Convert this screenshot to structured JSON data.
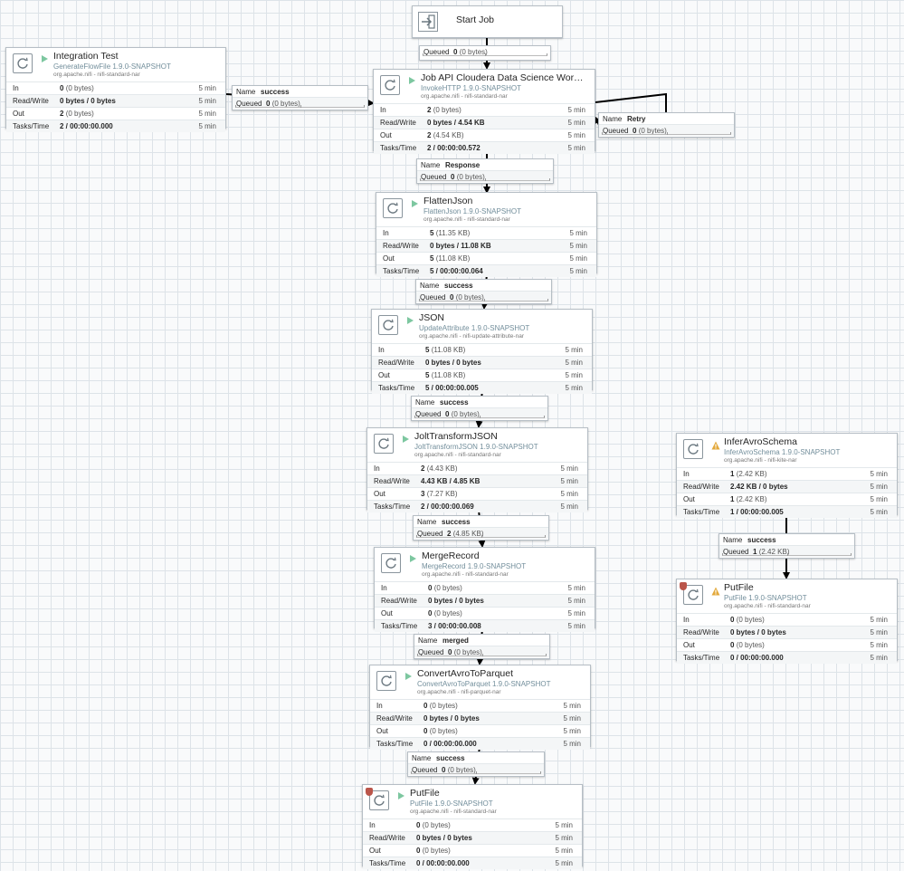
{
  "start_job": {
    "name": "Start Job"
  },
  "start_conn": {
    "queued_label": "Queued",
    "queued_value": "0",
    "queued_size": "(0 bytes)"
  },
  "processors": [
    {
      "id": "integration-test",
      "name": "Integration Test",
      "type": "GenerateFlowFile 1.9.0-SNAPSHOT",
      "bundle": "org.apache.nifi - nifi-standard-nar",
      "status": "running",
      "rows": [
        {
          "label": "In",
          "value": "0",
          "sub": "(0 bytes)",
          "time": "5 min"
        },
        {
          "label": "Read/Write",
          "value": "0 bytes / 0 bytes",
          "sub": "",
          "time": "5 min"
        },
        {
          "label": "Out",
          "value": "2",
          "sub": "(0 bytes)",
          "time": "5 min"
        },
        {
          "label": "Tasks/Time",
          "value": "2 / 00:00:00.000",
          "sub": "",
          "time": "5 min"
        }
      ]
    },
    {
      "id": "job-api",
      "name": "Job API Cloudera Data Science Wor…",
      "type": "InvokeHTTP 1.9.0-SNAPSHOT",
      "bundle": "org.apache.nifi - nifi-standard-nar",
      "status": "running",
      "rows": [
        {
          "label": "In",
          "value": "2",
          "sub": "(0 bytes)",
          "time": "5 min"
        },
        {
          "label": "Read/Write",
          "value": "0 bytes / 4.54 KB",
          "sub": "",
          "time": "5 min"
        },
        {
          "label": "Out",
          "value": "2",
          "sub": "(4.54 KB)",
          "time": "5 min"
        },
        {
          "label": "Tasks/Time",
          "value": "2 / 00:00:00.572",
          "sub": "",
          "time": "5 min"
        }
      ]
    },
    {
      "id": "flatten-json",
      "name": "FlattenJson",
      "type": "FlattenJson 1.9.0-SNAPSHOT",
      "bundle": "org.apache.nifi - nifi-standard-nar",
      "status": "running",
      "rows": [
        {
          "label": "In",
          "value": "5",
          "sub": "(11.35 KB)",
          "time": "5 min"
        },
        {
          "label": "Read/Write",
          "value": "0 bytes / 11.08 KB",
          "sub": "",
          "time": "5 min"
        },
        {
          "label": "Out",
          "value": "5",
          "sub": "(11.08 KB)",
          "time": "5 min"
        },
        {
          "label": "Tasks/Time",
          "value": "5 / 00:00:00.064",
          "sub": "",
          "time": "5 min"
        }
      ]
    },
    {
      "id": "json",
      "name": "JSON",
      "type": "UpdateAttribute 1.9.0-SNAPSHOT",
      "bundle": "org.apache.nifi - nifi-update-attribute-nar",
      "status": "running",
      "rows": [
        {
          "label": "In",
          "value": "5",
          "sub": "(11.08 KB)",
          "time": "5 min"
        },
        {
          "label": "Read/Write",
          "value": "0 bytes / 0 bytes",
          "sub": "",
          "time": "5 min"
        },
        {
          "label": "Out",
          "value": "5",
          "sub": "(11.08 KB)",
          "time": "5 min"
        },
        {
          "label": "Tasks/Time",
          "value": "5 / 00:00:00.005",
          "sub": "",
          "time": "5 min"
        }
      ]
    },
    {
      "id": "jolt",
      "name": "JoltTransformJSON",
      "type": "JoltTransformJSON 1.9.0-SNAPSHOT",
      "bundle": "org.apache.nifi - nifi-standard-nar",
      "status": "running",
      "rows": [
        {
          "label": "In",
          "value": "2",
          "sub": "(4.43 KB)",
          "time": "5 min"
        },
        {
          "label": "Read/Write",
          "value": "4.43 KB / 4.85 KB",
          "sub": "",
          "time": "5 min"
        },
        {
          "label": "Out",
          "value": "3",
          "sub": "(7.27 KB)",
          "time": "5 min"
        },
        {
          "label": "Tasks/Time",
          "value": "2 / 00:00:00.069",
          "sub": "",
          "time": "5 min"
        }
      ]
    },
    {
      "id": "merge-record",
      "name": "MergeRecord",
      "type": "MergeRecord 1.9.0-SNAPSHOT",
      "bundle": "org.apache.nifi - nifi-standard-nar",
      "status": "running",
      "rows": [
        {
          "label": "In",
          "value": "0",
          "sub": "(0 bytes)",
          "time": "5 min"
        },
        {
          "label": "Read/Write",
          "value": "0 bytes / 0 bytes",
          "sub": "",
          "time": "5 min"
        },
        {
          "label": "Out",
          "value": "0",
          "sub": "(0 bytes)",
          "time": "5 min"
        },
        {
          "label": "Tasks/Time",
          "value": "3 / 00:00:00.008",
          "sub": "",
          "time": "5 min"
        }
      ]
    },
    {
      "id": "avro-parquet",
      "name": "ConvertAvroToParquet",
      "type": "ConvertAvroToParquet 1.9.0-SNAPSHOT",
      "bundle": "org.apache.nifi - nifi-parquet-nar",
      "status": "running",
      "rows": [
        {
          "label": "In",
          "value": "0",
          "sub": "(0 bytes)",
          "time": "5 min"
        },
        {
          "label": "Read/Write",
          "value": "0 bytes / 0 bytes",
          "sub": "",
          "time": "5 min"
        },
        {
          "label": "Out",
          "value": "0",
          "sub": "(0 bytes)",
          "time": "5 min"
        },
        {
          "label": "Tasks/Time",
          "value": "0 / 00:00:00.000",
          "sub": "",
          "time": "5 min"
        }
      ]
    },
    {
      "id": "putfile-main",
      "name": "PutFile",
      "type": "PutFile 1.9.0-SNAPSHOT",
      "bundle": "org.apache.nifi - nifi-standard-nar",
      "status": "running",
      "restricted": true,
      "rows": [
        {
          "label": "In",
          "value": "0",
          "sub": "(0 bytes)",
          "time": "5 min"
        },
        {
          "label": "Read/Write",
          "value": "0 bytes / 0 bytes",
          "sub": "",
          "time": "5 min"
        },
        {
          "label": "Out",
          "value": "0",
          "sub": "(0 bytes)",
          "time": "5 min"
        },
        {
          "label": "Tasks/Time",
          "value": "0 / 00:00:00.000",
          "sub": "",
          "time": "5 min"
        }
      ]
    },
    {
      "id": "infer-avro",
      "name": "InferAvroSchema",
      "type": "InferAvroSchema 1.9.0-SNAPSHOT",
      "bundle": "org.apache.nifi - nifi-kite-nar",
      "status": "invalid",
      "rows": [
        {
          "label": "In",
          "value": "1",
          "sub": "(2.42 KB)",
          "time": "5 min"
        },
        {
          "label": "Read/Write",
          "value": "2.42 KB / 0 bytes",
          "sub": "",
          "time": "5 min"
        },
        {
          "label": "Out",
          "value": "1",
          "sub": "(2.42 KB)",
          "time": "5 min"
        },
        {
          "label": "Tasks/Time",
          "value": "1 / 00:00:00.005",
          "sub": "",
          "time": "5 min"
        }
      ]
    },
    {
      "id": "putfile-side",
      "name": "PutFile",
      "type": "PutFile 1.9.0-SNAPSHOT",
      "bundle": "org.apache.nifi - nifi-standard-nar",
      "status": "invalid",
      "restricted": true,
      "rows": [
        {
          "label": "In",
          "value": "0",
          "sub": "(0 bytes)",
          "time": "5 min"
        },
        {
          "label": "Read/Write",
          "value": "0 bytes / 0 bytes",
          "sub": "",
          "time": "5 min"
        },
        {
          "label": "Out",
          "value": "0",
          "sub": "(0 bytes)",
          "time": "5 min"
        },
        {
          "label": "Tasks/Time",
          "value": "0 / 00:00:00.000",
          "sub": "",
          "time": "5 min"
        }
      ]
    }
  ],
  "connections": [
    {
      "id": "c-integration",
      "name_label": "Name",
      "name": "success",
      "queued_label": "Queued",
      "queued_value": "0",
      "queued_size": "(0 bytes)"
    },
    {
      "id": "c-retry",
      "name_label": "Name",
      "name": "Retry",
      "queued_label": "Queued",
      "queued_value": "0",
      "queued_size": "(0 bytes)"
    },
    {
      "id": "c-response",
      "name_label": "Name",
      "name": "Response",
      "queued_label": "Queued",
      "queued_value": "0",
      "queued_size": "(0 bytes)"
    },
    {
      "id": "c-flatten",
      "name_label": "Name",
      "name": "success",
      "queued_label": "Queued",
      "queued_value": "0",
      "queued_size": "(0 bytes)"
    },
    {
      "id": "c-json",
      "name_label": "Name",
      "name": "success",
      "queued_label": "Queued",
      "queued_value": "0",
      "queued_size": "(0 bytes)"
    },
    {
      "id": "c-jolt",
      "name_label": "Name",
      "name": "success",
      "queued_label": "Queued",
      "queued_value": "2",
      "queued_size": "(4.85 KB)"
    },
    {
      "id": "c-merge",
      "name_label": "Name",
      "name": "merged",
      "queued_label": "Queued",
      "queued_value": "0",
      "queued_size": "(0 bytes)"
    },
    {
      "id": "c-parquet",
      "name_label": "Name",
      "name": "success",
      "queued_label": "Queued",
      "queued_value": "0",
      "queued_size": "(0 bytes)"
    },
    {
      "id": "c-infer",
      "name_label": "Name",
      "name": "success",
      "queued_label": "Queued",
      "queued_value": "1",
      "queued_size": "(2.42 KB)"
    }
  ],
  "colors": {
    "running": "#7dc7a0",
    "warning": "#e3a93c",
    "restricted": "#ba554a",
    "type_text": "#728e9b"
  }
}
